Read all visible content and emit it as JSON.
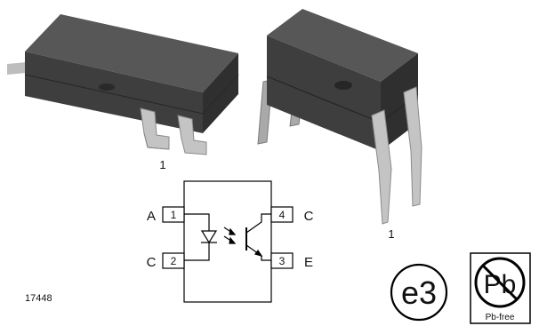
{
  "package_smd": {
    "pin1_label": "1"
  },
  "package_dip": {
    "pin1_label": "1"
  },
  "schematic": {
    "left_pins": [
      {
        "signal": "A",
        "number": "1"
      },
      {
        "signal": "C",
        "number": "2"
      }
    ],
    "right_pins": [
      {
        "signal": "C",
        "number": "4"
      },
      {
        "signal": "E",
        "number": "3"
      }
    ]
  },
  "figure_code": "17448",
  "badges": {
    "e3_text": "e3",
    "pb_symbol_text": "Pb",
    "pb_caption": "Pb-free"
  },
  "colors": {
    "body": "#4a4a4a",
    "leads": "#b9b9b9",
    "line": "#000000"
  }
}
